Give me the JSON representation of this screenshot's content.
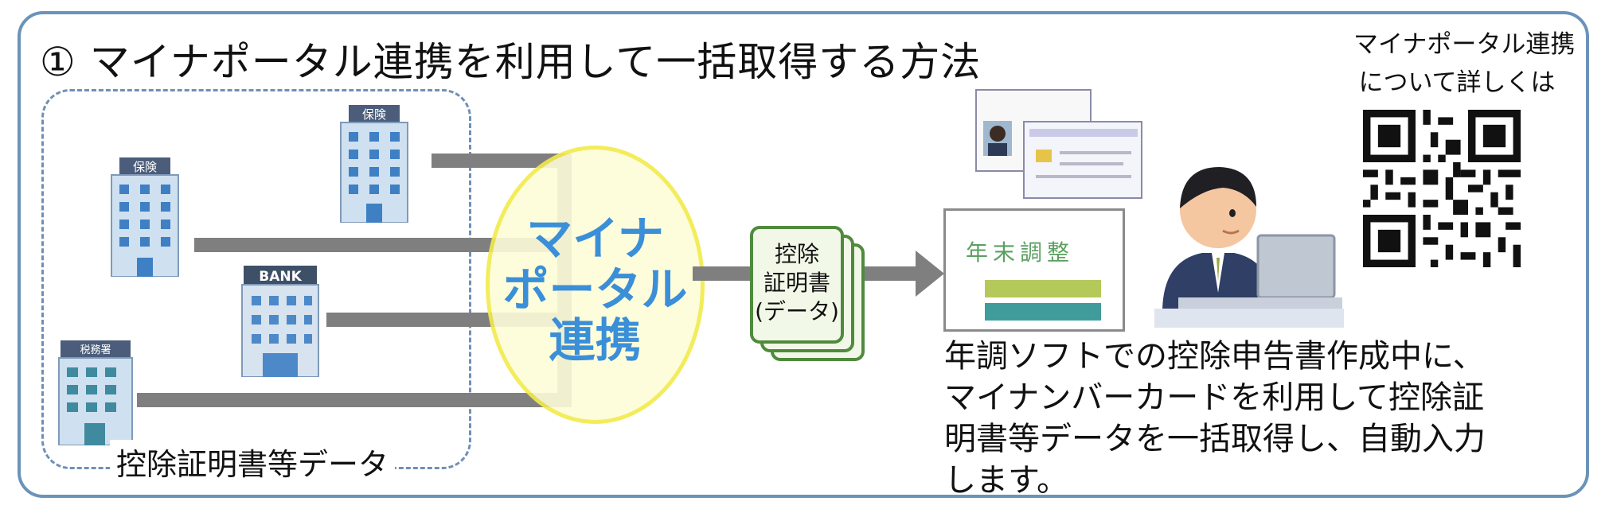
{
  "title": "①  マイナポータル連携を利用して一括取得する方法",
  "group_label": "控除証明書等データ",
  "buildings": [
    {
      "sign": "保険"
    },
    {
      "sign": "保険"
    },
    {
      "sign": "BANK"
    },
    {
      "sign": "税務署"
    }
  ],
  "portal_label": [
    "マイナ",
    "ポータル",
    "連携"
  ],
  "document_label": [
    "控除",
    "証明書",
    "(データ)"
  ],
  "software_screen": {
    "title": "年末調整"
  },
  "description": [
    "年調ソフトでの控除申告書作成中に、",
    "マイナンバーカードを利用して控除証",
    "明書等データを一括取得し、自動入力",
    "します。"
  ],
  "qr_caption": [
    "マイナポータル連携",
    "について詳しくは"
  ],
  "colors": {
    "frame": "#6b93b9",
    "portal_text": "#3a8fd8",
    "oval_border": "#f2eb4a",
    "doc_border": "#4f8a3d",
    "connector": "#7f7f7f"
  }
}
